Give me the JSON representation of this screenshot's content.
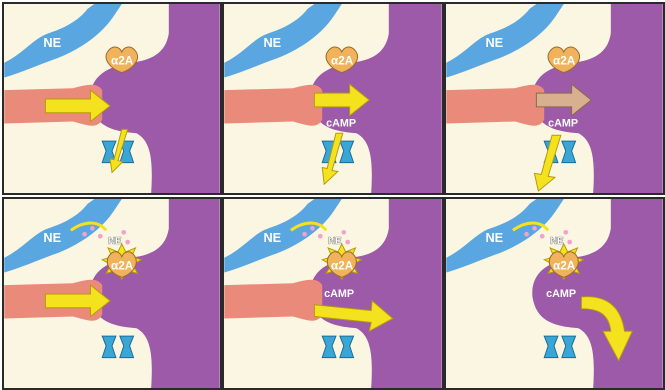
{
  "panels": [
    {
      "id": "p1",
      "ne_label": "NE",
      "receptor_label": "α2A",
      "camp_label": "",
      "released_label": ""
    },
    {
      "id": "p2",
      "ne_label": "NE",
      "receptor_label": "α2A",
      "camp_label": "cAMP",
      "released_label": ""
    },
    {
      "id": "p3",
      "ne_label": "NE",
      "receptor_label": "α2A",
      "camp_label": "cAMP",
      "released_label": ""
    },
    {
      "id": "p4",
      "ne_label": "NE",
      "receptor_label": "α2A",
      "camp_label": "",
      "released_label": "NE"
    },
    {
      "id": "p5",
      "ne_label": "NE",
      "receptor_label": "α2A",
      "camp_label": "cAMP",
      "released_label": "NE"
    },
    {
      "id": "p6",
      "ne_label": "NE",
      "receptor_label": "α2A",
      "camp_label": "cAMP",
      "released_label": "NE"
    }
  ],
  "colors": {
    "background": "#fbf6e2",
    "ne_neuron": "#5aa6e0",
    "axon": "#e98a7a",
    "dendrite": "#9c5aa8",
    "receptor": "#f0b25a",
    "channel": "#3aa6d6",
    "arrow": "#f4e21e"
  }
}
